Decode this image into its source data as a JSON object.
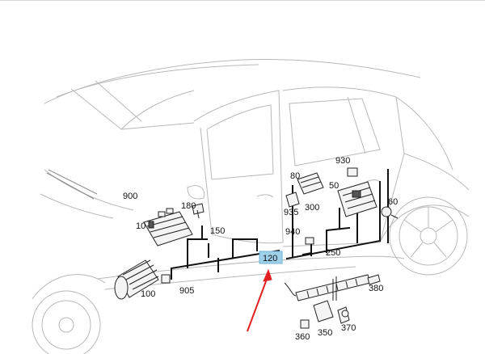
{
  "callouts": [
    {
      "id": "10",
      "label": "10"
    },
    {
      "id": "50",
      "label": "50"
    },
    {
      "id": "60",
      "label": "60"
    },
    {
      "id": "80",
      "label": "80"
    },
    {
      "id": "100",
      "label": "100"
    },
    {
      "id": "120",
      "label": "120",
      "highlighted": true
    },
    {
      "id": "150",
      "label": "150"
    },
    {
      "id": "180",
      "label": "180"
    },
    {
      "id": "250",
      "label": "250"
    },
    {
      "id": "300",
      "label": "300"
    },
    {
      "id": "350",
      "label": "350"
    },
    {
      "id": "360",
      "label": "360"
    },
    {
      "id": "370",
      "label": "370"
    },
    {
      "id": "380",
      "label": "380"
    },
    {
      "id": "900",
      "label": "900"
    },
    {
      "id": "905",
      "label": "905"
    },
    {
      "id": "930",
      "label": "930"
    },
    {
      "id": "935",
      "label": "935"
    },
    {
      "id": "940",
      "label": "940"
    }
  ],
  "colors": {
    "highlight": "#9fd0ea",
    "arrow": "#e02020",
    "harness": "#111111",
    "outline": "#b8b8b8"
  },
  "icons": [
    "red-arrow-icon"
  ]
}
